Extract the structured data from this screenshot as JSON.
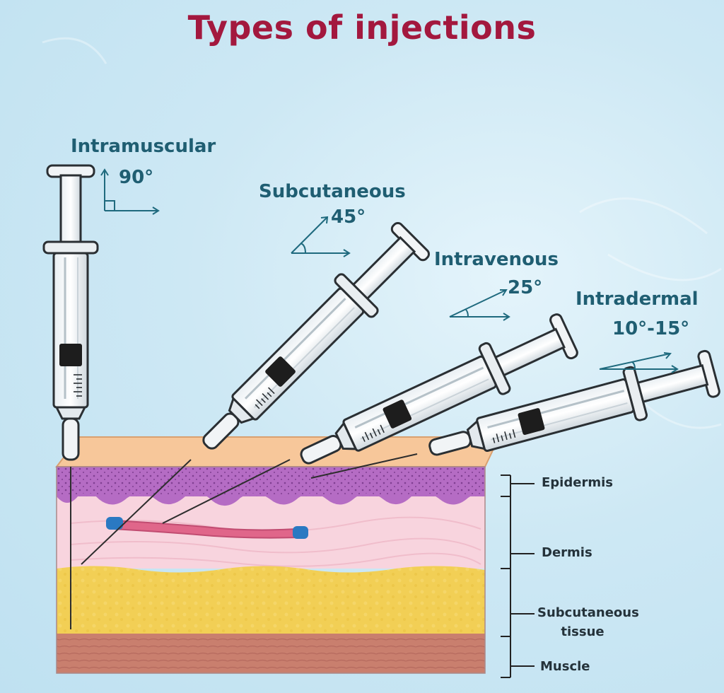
{
  "title": "Types of injections",
  "injections": [
    {
      "name": "Intramuscular",
      "angle": "90°"
    },
    {
      "name": "Subcutaneous",
      "angle": "45°"
    },
    {
      "name": "Intravenous",
      "angle": "25°"
    },
    {
      "name": "Intradermal",
      "angle": "10°-15°"
    }
  ],
  "layers": {
    "epidermis": "Epidermis",
    "dermis": "Dermis",
    "subcutaneous_line1": "Subcutaneous",
    "subcutaneous_line2": "tissue",
    "muscle": "Muscle"
  },
  "colors": {
    "title": "#a3183e",
    "label": "#1f5e72",
    "skin_surface": "#f7c79a",
    "epidermis": "#a660b8",
    "dermis": "#f8d2dc",
    "subcutaneous": "#f2d05a",
    "muscle": "#c9806f",
    "vein": "#d95a7e"
  }
}
